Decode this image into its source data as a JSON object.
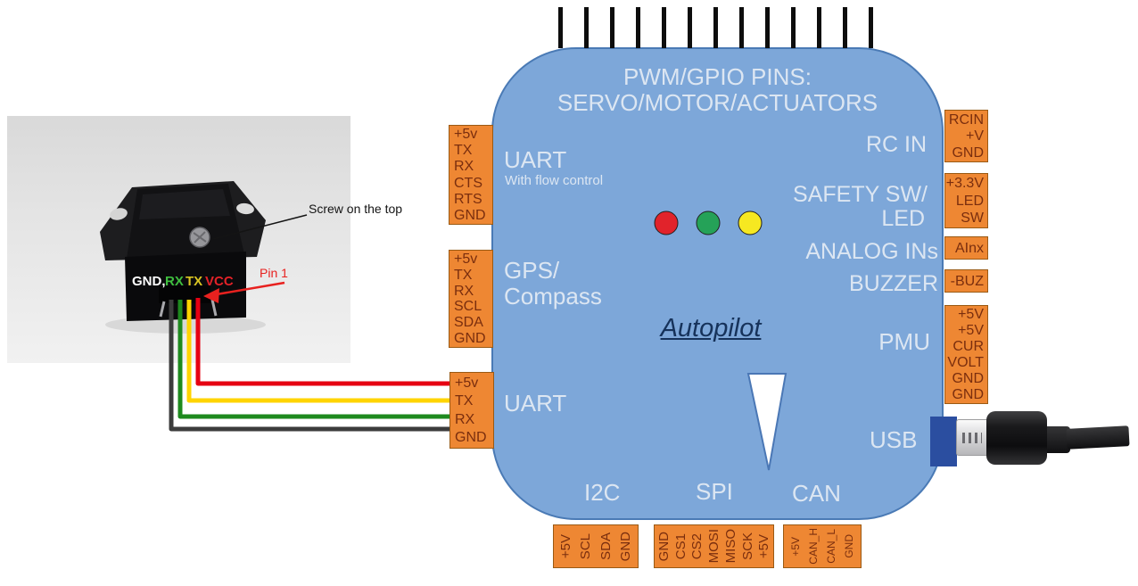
{
  "photo": {
    "annotation_screw": "Screw on the top",
    "annotation_pin1": "Pin 1",
    "pin_labels": [
      {
        "text": "GND,",
        "color": "#ffffff"
      },
      {
        "text": "RX",
        "color": "#3fbf3f"
      },
      {
        "text": "TX",
        "color": "#d9c422"
      },
      {
        "text": "VCC",
        "color": "#e32228"
      }
    ]
  },
  "board": {
    "title_line1": "PWM/GPIO PINS:",
    "title_line2": "SERVO/MOTOR/ACTUATORS",
    "center_label": "Autopilot",
    "labels": {
      "uart_fc_title": "UART",
      "uart_fc_sub": "With flow control",
      "gps_line1": "GPS/",
      "gps_line2": "Compass",
      "uart_title": "UART",
      "i2c": "I2C",
      "spi": "SPI",
      "can": "CAN",
      "rc_in": "RC IN",
      "safety_line1": "SAFETY SW/",
      "safety_line2": "LED",
      "analog": "ANALOG INs",
      "buzzer": "BUZZER",
      "pmu": "PMU",
      "usb": "USB"
    },
    "leds": {
      "red": "#e1232b",
      "green": "#25a258",
      "yellow": "#f6e821"
    }
  },
  "connectors": {
    "uart_fc": [
      "+5v",
      "TX",
      "RX",
      "CTS",
      "RTS",
      "GND"
    ],
    "gps": [
      "+5v",
      "TX",
      "RX",
      "SCL",
      "SDA",
      "GND"
    ],
    "uart": [
      "+5v",
      "TX",
      "RX",
      "GND"
    ],
    "rcin": [
      "RCIN",
      "+V",
      "GND"
    ],
    "safety": [
      "+3.3V",
      "LED",
      "SW"
    ],
    "analog": [
      "AInx"
    ],
    "buzzer": [
      "-BUZ"
    ],
    "pmu": [
      "+5V",
      "+5V",
      "CUR",
      "VOLT",
      "GND",
      "GND"
    ],
    "i2c": [
      "+5V",
      "SCL",
      "SDA",
      "GND"
    ],
    "spi": [
      "GND",
      "CS1",
      "CS2",
      "MOSI",
      "MISO",
      "SCK",
      "+5V"
    ],
    "can": [
      "+5V",
      "CAN_H",
      "CAN_L",
      "GND"
    ]
  },
  "top_pins": {
    "count": 13
  },
  "wires": {
    "vcc": "#e60012",
    "tx": "#ffd400",
    "rx": "#1e8a1e",
    "gnd": "#3c3c3c"
  },
  "colors": {
    "board_fill": "#7da7d9",
    "board_border": "#4a7ab5",
    "connector_fill": "#ee8733",
    "connector_text": "#7a2e0e",
    "usb_port": "#2b4ea0",
    "autopilot_text": "#16325a"
  }
}
